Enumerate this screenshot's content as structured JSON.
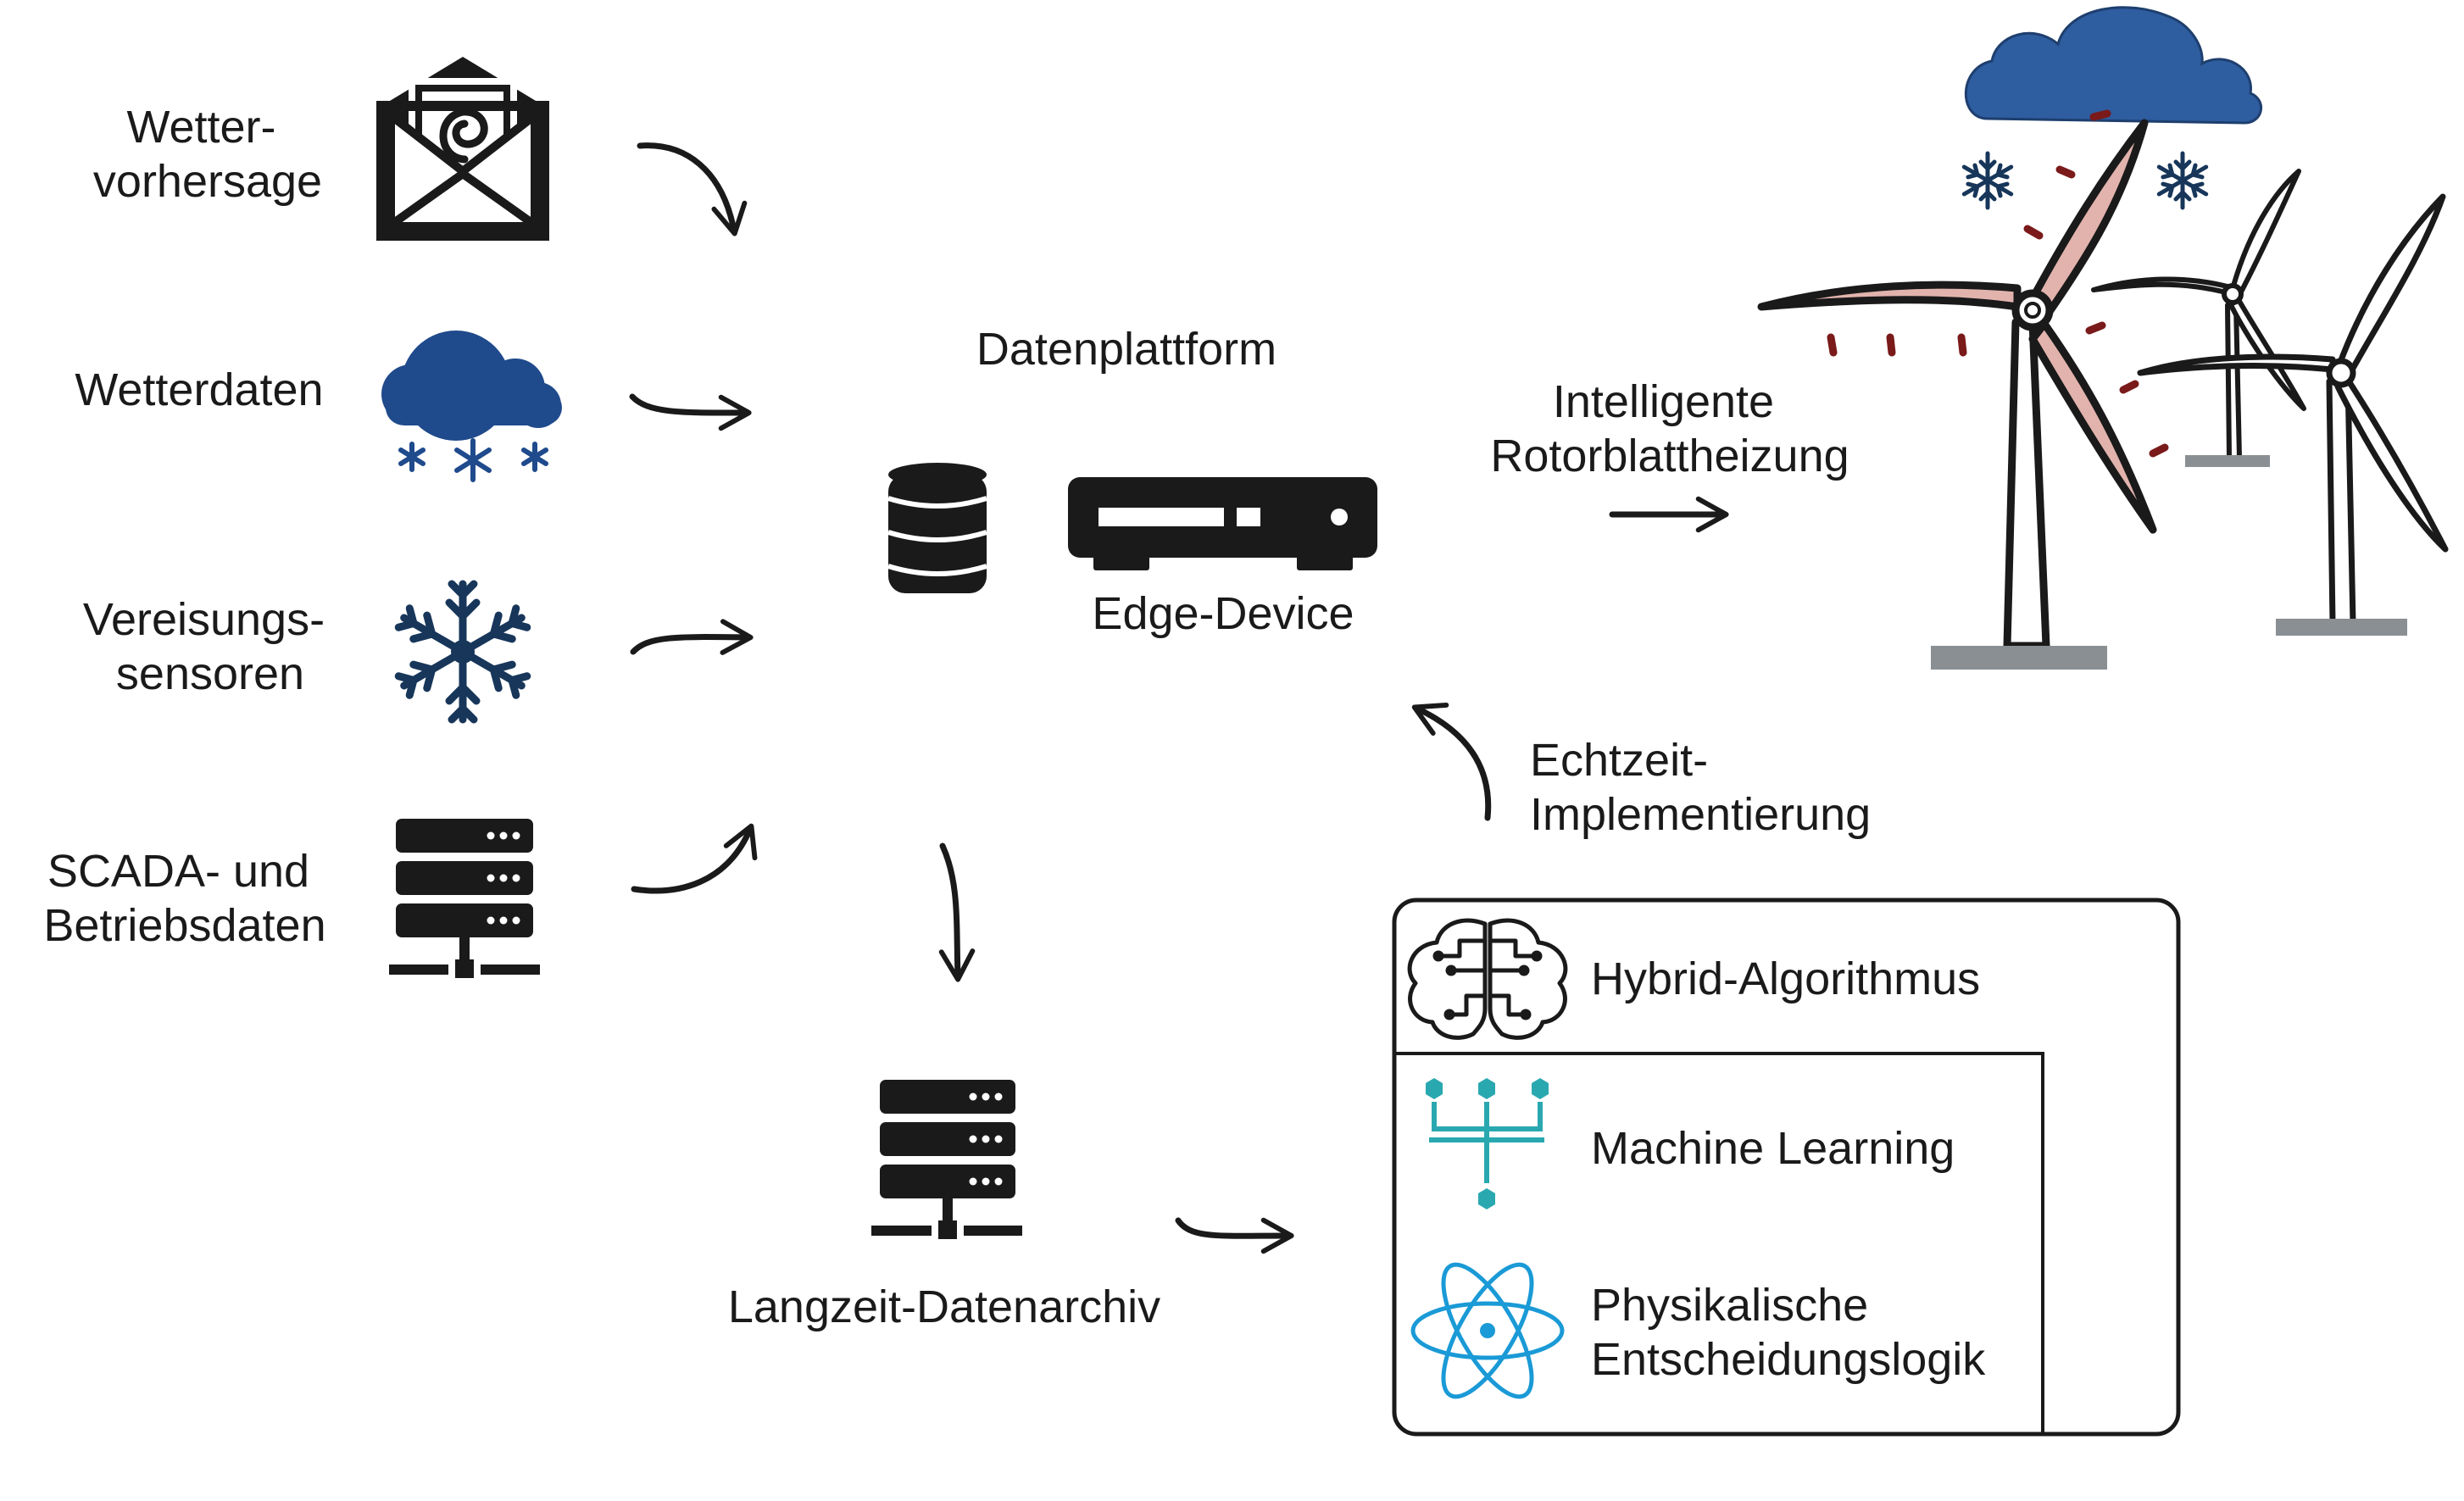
{
  "sources": [
    {
      "lines": [
        "Wetter-",
        "vorhersage"
      ],
      "icon": "envelope-forecast-icon"
    },
    {
      "lines": [
        "Wetterdaten"
      ],
      "icon": "snow-cloud-icon"
    },
    {
      "lines": [
        "Vereisungs-",
        "sensoren"
      ],
      "icon": "snowflake-icon"
    },
    {
      "lines": [
        "SCADA- und",
        "Betriebsdaten"
      ],
      "icon": "server-icon"
    }
  ],
  "platform": {
    "title": "Datenplattform",
    "edge_label": "Edge-Device"
  },
  "archive": {
    "label": "Langzeit-Datenarchiv"
  },
  "output": {
    "lines": [
      "Intelligente",
      "Rotorblattheizung"
    ]
  },
  "feedback": {
    "lines": [
      "Echtzeit-",
      "Implementierung"
    ]
  },
  "algorithm": {
    "title": "Hybrid-Algorithmus",
    "ml_label": "Machine Learning",
    "physics_lines": [
      "Physikalische",
      "Entscheidungslogik"
    ]
  },
  "colors": {
    "text": "#1a1a1a",
    "icon_dark": "#1a1a1a",
    "cloud_blue": "#1f4a8c",
    "snowflake_navy": "#17365a",
    "ml_teal": "#2aa8b0",
    "physics_blue": "#1a9ad6",
    "blade_pink": "#e2b3ad",
    "heat_marks": "#7a1a1a",
    "tower_base": "#8a8f93"
  }
}
